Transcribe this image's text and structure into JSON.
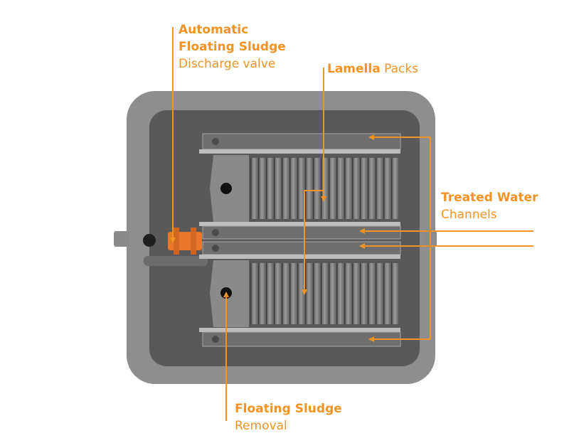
{
  "colors": {
    "accent": "#f39323",
    "tank": "#8c8c8c",
    "tank_inner": "#5a5a5a",
    "valve": "#e8772a"
  },
  "labels": {
    "valve": {
      "line1": "Automatic",
      "line2": "Floating Sludge",
      "line3": "Discharge valve"
    },
    "lamella": {
      "bold": "Lamella",
      "regular": "Packs"
    },
    "treated": {
      "bold": "Treated Water",
      "regular": "Channels"
    },
    "removal": {
      "bold": "Floating Sludge",
      "regular": "Removal"
    }
  }
}
